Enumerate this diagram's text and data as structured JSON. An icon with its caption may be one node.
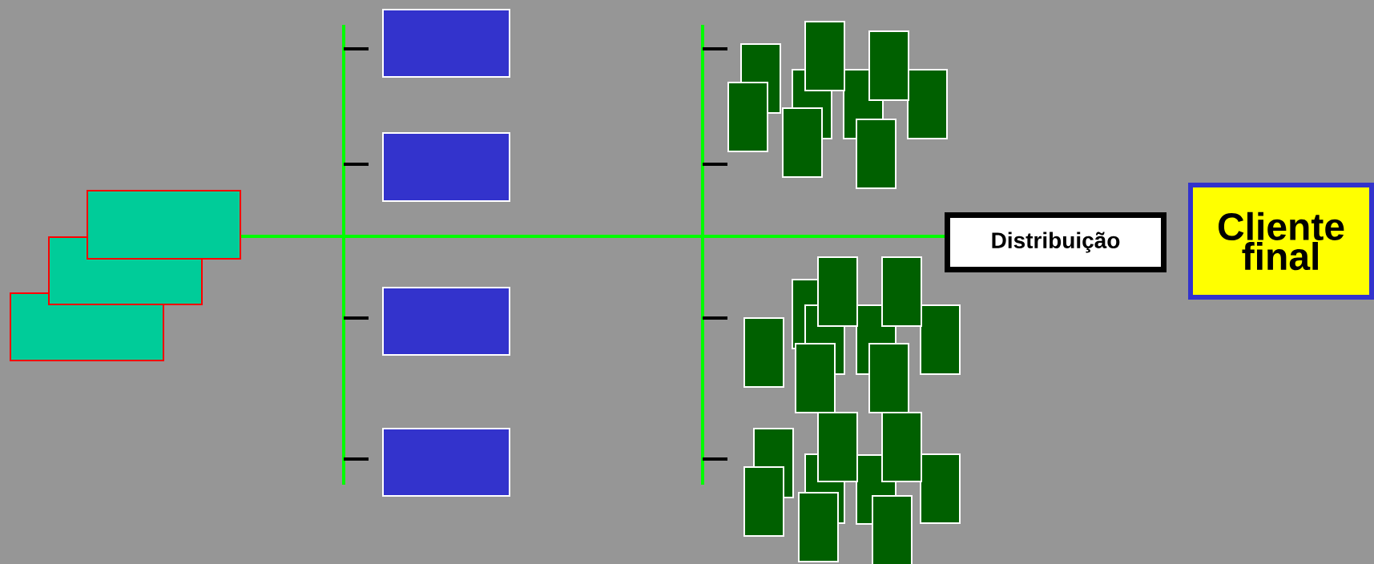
{
  "diagram": {
    "nodes": [
      {
        "text": [],
        "shape": "box"
      },
      {
        "text": [],
        "shape": "box"
      },
      {
        "text": [],
        "shape": "box"
      },
      {
        "text": [],
        "shape": "box"
      },
      {
        "text": [],
        "shape": "box"
      },
      {
        "text": [],
        "shape": "box"
      },
      {
        "text": [],
        "shape": "box"
      },
      {
        "text": [
          "Distribuição"
        ]
      },
      {
        "text": [
          "Cliente final"
        ]
      }
    ],
    "edges": [
      {
        "from": 0,
        "to": 7,
        "arrow": "none"
      }
    ]
  }
}
